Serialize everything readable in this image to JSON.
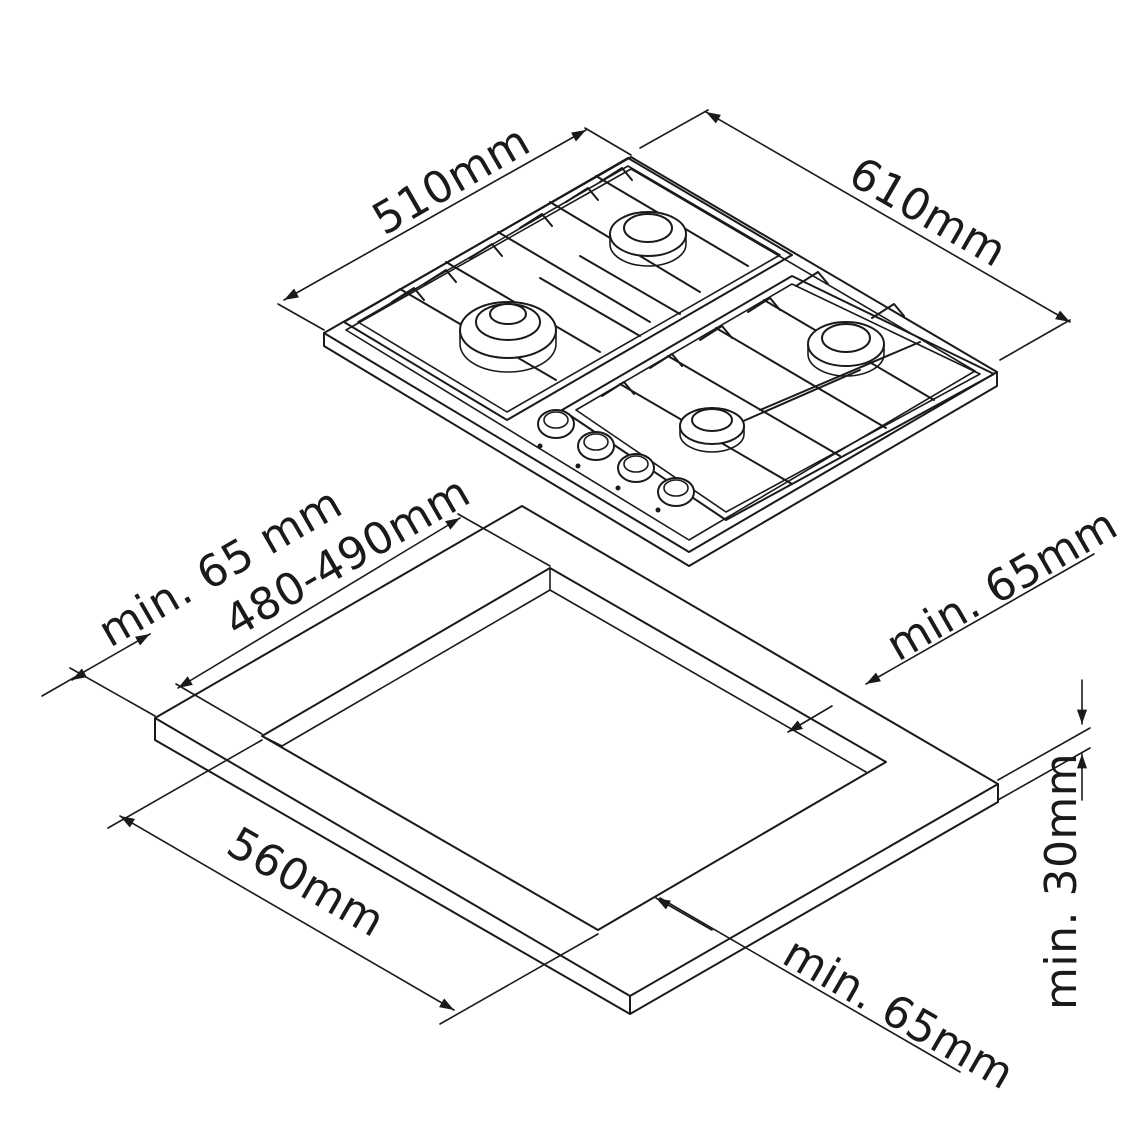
{
  "dimensions": {
    "hob_depth": "510mm",
    "hob_width": "610mm",
    "cutout_depth": "480-490mm",
    "cutout_width": "560mm",
    "min_front": "min. 65 mm",
    "min_right": "min. 65mm",
    "min_back": "min. 65mm",
    "min_thickness": "min. 30mm"
  }
}
